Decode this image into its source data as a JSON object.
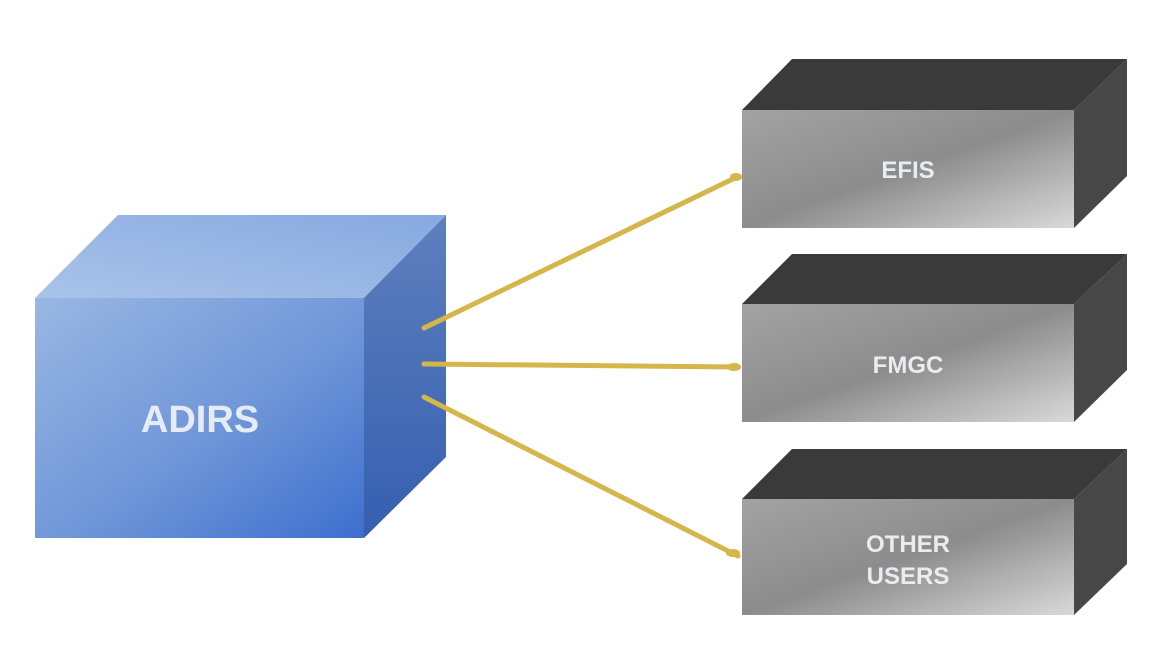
{
  "source_box": {
    "label": "ADIRS"
  },
  "targets": [
    {
      "label_lines": [
        "EFIS"
      ]
    },
    {
      "label_lines": [
        "FMGC"
      ]
    },
    {
      "label_lines": [
        "OTHER",
        "USERS"
      ]
    }
  ],
  "colors": {
    "connector": "#d4b64a",
    "source_front": "#5d88d4",
    "target_front": "#8a8a8a",
    "target_top": "#3a3a3a"
  }
}
